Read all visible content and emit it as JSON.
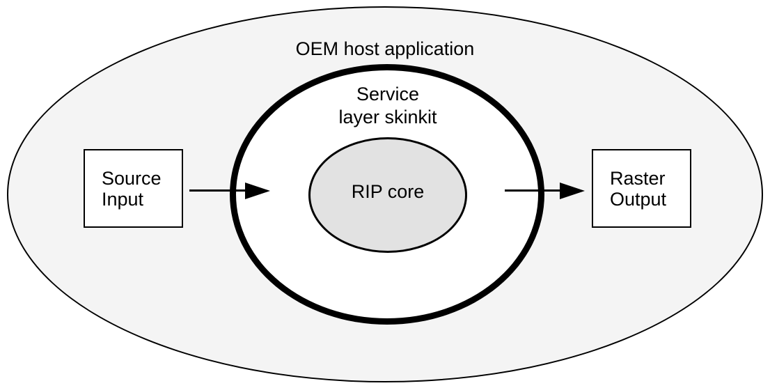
{
  "diagram": {
    "oem_label": "OEM host application",
    "service_label_line1": "Service",
    "service_label_line2": "layer skinkit",
    "core_label": "RIP core",
    "source_box_line1": "Source",
    "source_box_line2": "Input",
    "raster_box_line1": "Raster",
    "raster_box_line2": "Output",
    "colors": {
      "background": "#ffffff",
      "outer_ellipse_fill": "#f4f4f4",
      "service_circle_fill": "#ffffff",
      "rip_core_fill": "#e2e2e2",
      "stroke": "#000000",
      "text": "#000000"
    }
  }
}
